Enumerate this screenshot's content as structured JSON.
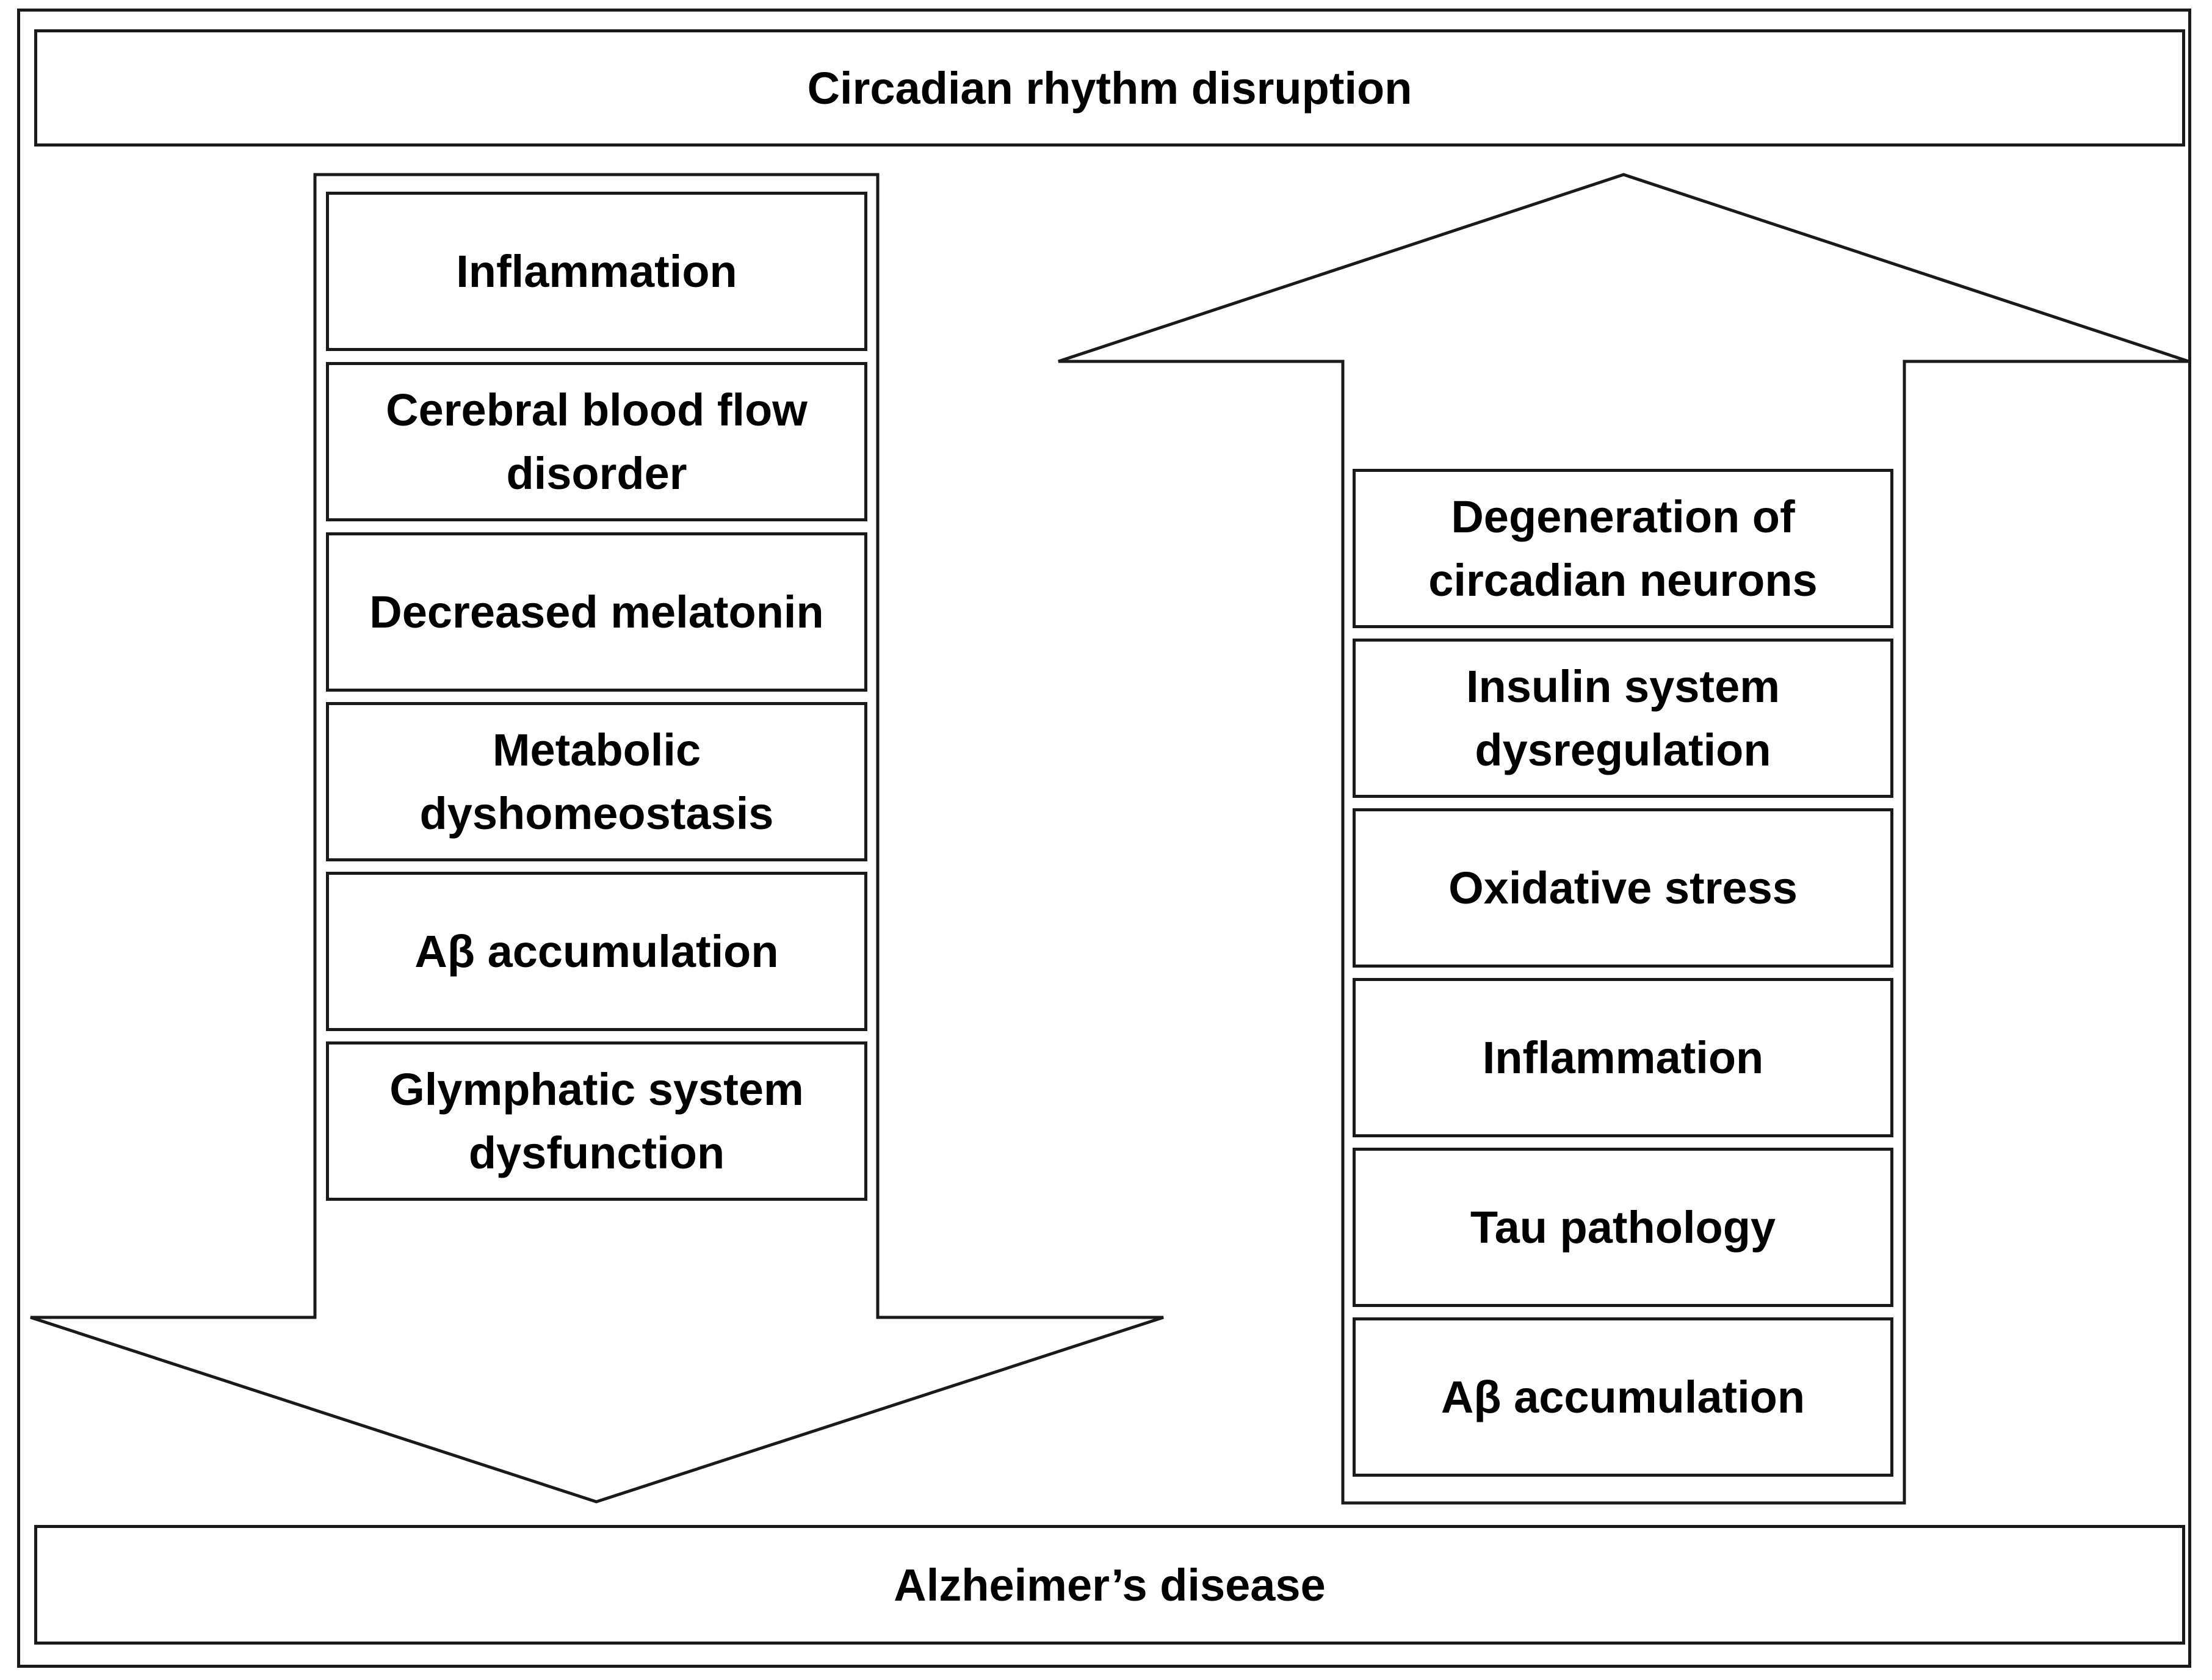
{
  "top_banner": "Circadian rhythm disruption",
  "bottom_banner": "Alzheimer’s disease",
  "down_arrow_items": [
    "Inflammation",
    "Cerebral blood flow disorder",
    "Decreased melatonin",
    "Metabolic dyshomeostasis",
    "Aβ accumulation",
    "Glymphatic system dysfunction"
  ],
  "up_arrow_items": [
    "Degeneration of circadian neurons",
    "Insulin system dysregulation",
    "Oxidative stress",
    "Inflammation",
    "Tau pathology",
    "Aβ accumulation"
  ]
}
